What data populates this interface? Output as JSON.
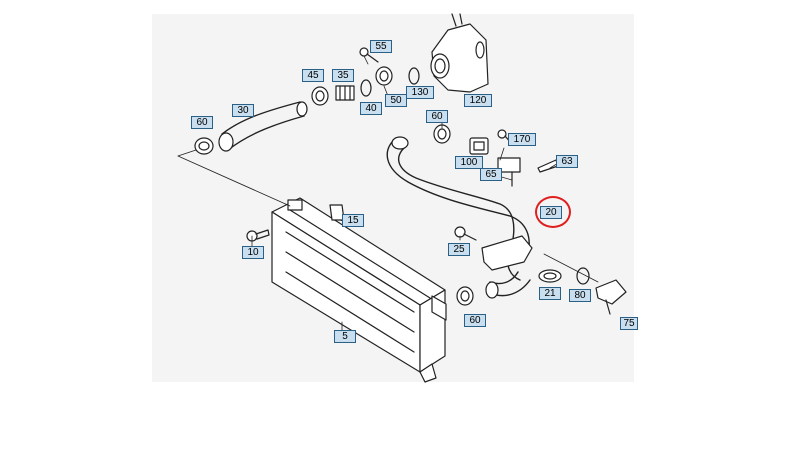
{
  "callouts": {
    "c55": "55",
    "c45": "45",
    "c35": "35",
    "c40": "40",
    "c50": "50",
    "c130": "130",
    "c120": "120",
    "c30": "30",
    "c60a": "60",
    "c60b": "60",
    "c170": "170",
    "c100": "100",
    "c65": "65",
    "c63": "63",
    "c20": "20",
    "c15": "15",
    "c10": "10",
    "c25": "25",
    "c21": "21",
    "c80": "80",
    "c75": "75",
    "c60c": "60",
    "c5": "5"
  },
  "highlight": {
    "callout": "20",
    "color": "#e02020"
  },
  "colors": {
    "callout_fill": "#c9dff0",
    "callout_border": "#2a5f86",
    "panel": "#f4f4f4"
  }
}
